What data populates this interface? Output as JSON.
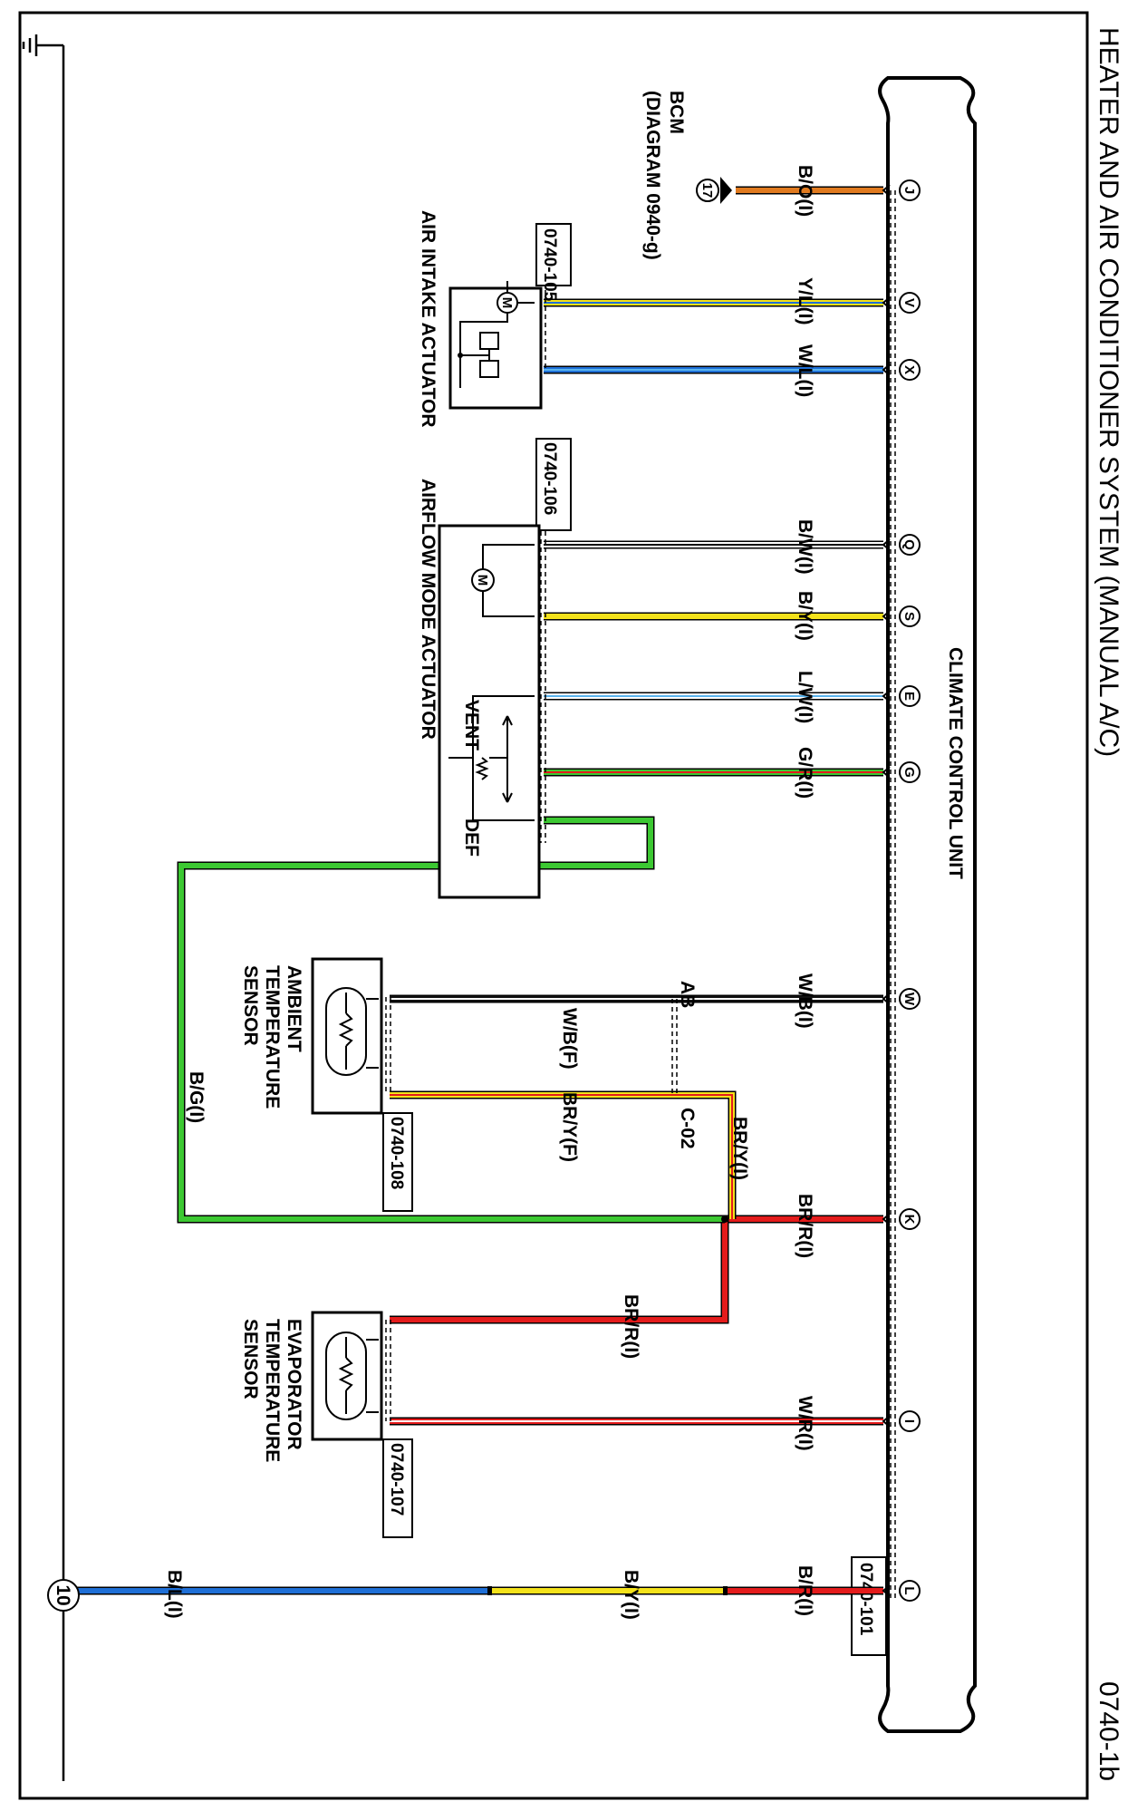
{
  "title": "HEATER AND AIR CONDITIONER SYSTEM (MANUAL A/C)",
  "diagram_id": "0740-1b",
  "control_unit": {
    "name": "CLIMATE CONTROL UNIT",
    "connector": "0740-101"
  },
  "pins": [
    {
      "id": "J",
      "wire": "B/O(I)"
    },
    {
      "id": "V",
      "wire": "Y/L(I)"
    },
    {
      "id": "X",
      "wire": "W/L(I)"
    },
    {
      "id": "Q",
      "wire": "B/W(I)"
    },
    {
      "id": "S",
      "wire": "B/Y(I)"
    },
    {
      "id": "E",
      "wire": "L/W(I)"
    },
    {
      "id": "G",
      "wire": "G/R(I)"
    },
    {
      "id": "W",
      "wire": "W/B(I)"
    },
    {
      "id": "K",
      "wire": "BR/R(I)"
    },
    {
      "id": "I",
      "wire": "W/R(I)"
    },
    {
      "id": "L",
      "wire": "B/R(I)"
    }
  ],
  "bcm": {
    "name": "BCM",
    "ref": "(DIAGRAM 0940-g)",
    "callout": "17"
  },
  "air_intake": {
    "name": "AIR INTAKE ACTUATOR",
    "connector": "0740-105"
  },
  "airflow_mode": {
    "name": "AIRFLOW MODE ACTUATOR",
    "connector": "0740-106",
    "vent": "VENT",
    "def": "DEF"
  },
  "ambient": {
    "line1": "AMBIENT",
    "line2": "TEMPERATURE",
    "line3": "SENSOR",
    "connector": "0740-108",
    "wire1": "W/B(F)",
    "wire2": "BR/Y(F)"
  },
  "evaporator": {
    "line1": "EVAPORATOR",
    "line2": "TEMPERATURE",
    "line3": "SENSOR",
    "connector": "0740-107",
    "wire": "BR/R(I)"
  },
  "joint": {
    "ab": "AB",
    "c02": "C-02",
    "bry": "BR/Y(I)"
  },
  "bg_wire": "B/G(I)",
  "ground": {
    "callout": "10",
    "wire_bl": "B/L(I)",
    "wire_by": "B/Y(I)"
  },
  "icons": {
    "motor": "M",
    "resistor": "thermistor-icon",
    "ground": "ground-icon"
  },
  "colors": {
    "orange": "#e07a1f",
    "yellow": "#f4e21b",
    "blue": "#1f6fd6",
    "lightblue": "#5ab4ee",
    "red": "#e41c1c",
    "green": "#3cc832",
    "black": "#111111"
  }
}
